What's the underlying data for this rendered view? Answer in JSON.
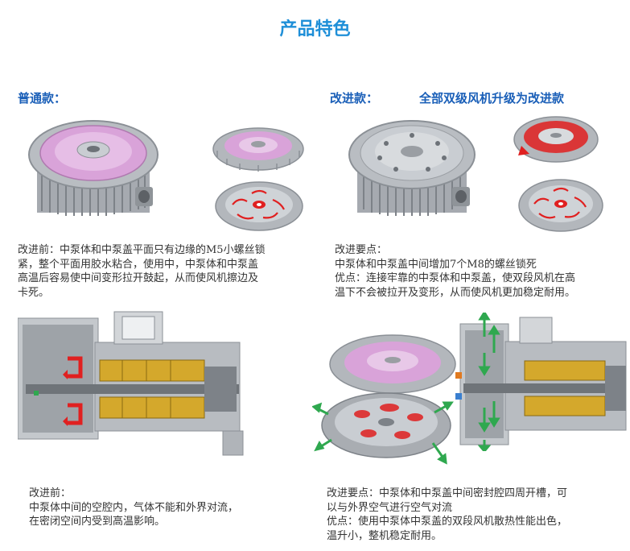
{
  "page_title": "产品特色",
  "left": {
    "heading": "普通款：",
    "text_top": [
      "改进前：中泵体和中泵盖平面只有边缘的M5小螺丝锁",
      "紧，整个平面用胶水粘合，使用中，中泵体和中泵盖",
      "高温后容易使中间变形拉开鼓起，从而使风机擦边及",
      "卡死。"
    ],
    "text_bottom": [
      "改进前：",
      "中泵体中间的空腔内，气体不能和外界对流，",
      "在密闭空间内受到高温影响。"
    ]
  },
  "right": {
    "heading": "改进款：",
    "heading_note": "全部双级风机升级为改进款",
    "text_top": [
      "改进要点：",
      "中泵体和中泵盖中间增加7个M8的螺丝锁死",
      "优点：连接牢靠的中泵体和中泵盖，使双段风机在高",
      "温下不会被拉开及变形，从而使风机更加稳定耐用。"
    ],
    "text_bottom": [
      "改进要点：中泵体和中泵盖中间密封腔四周开槽，可",
      "以与外界空气进行空气对流",
      "优点：使用中泵体中泵盖的双段风机散热性能出色，",
      "温升小，整机稳定耐用。"
    ]
  },
  "colors": {
    "title": "#1f8fd8",
    "heading": "#1a5fb8",
    "pink": "#d9a3d9",
    "red_marker": "#e02020",
    "green_arrow": "#2fa84f",
    "copper": "#d4a82c",
    "metal": "#a9adb2"
  }
}
